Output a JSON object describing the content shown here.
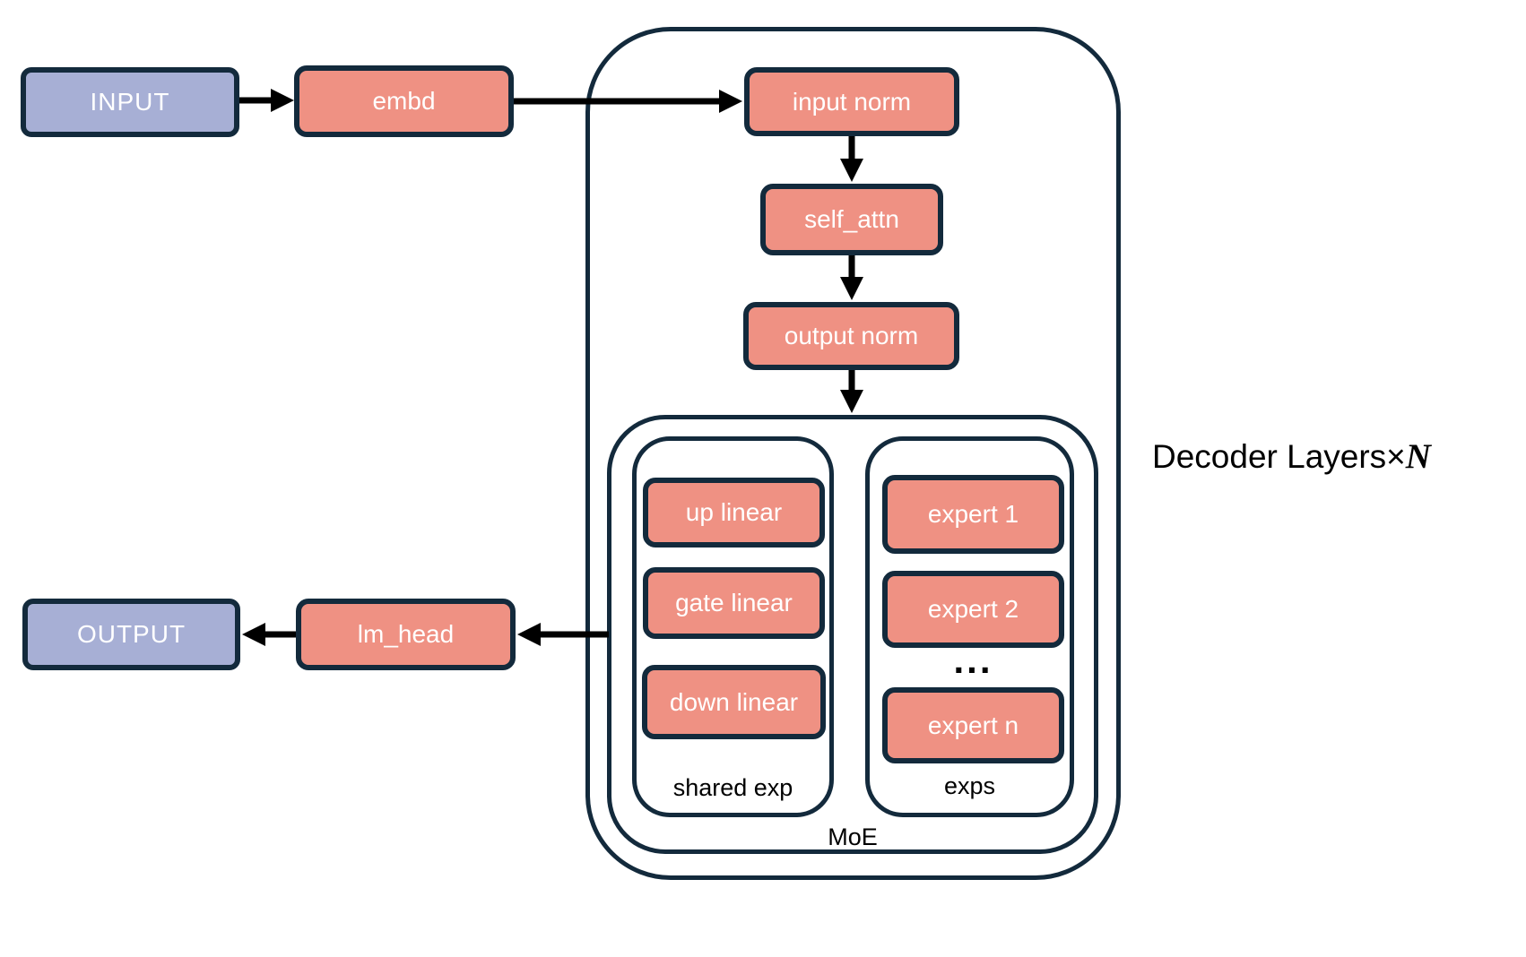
{
  "colors": {
    "salmon": "#EF9183",
    "lavender": "#A7AFD5",
    "ink": "#132A3C",
    "arrow": "#000000",
    "label": "#000000",
    "bg": "#FFFFFF"
  },
  "nodes": {
    "input": "INPUT",
    "embd": "embd",
    "input_norm": "input norm",
    "self_attn": "self_attn",
    "output_norm": "output norm",
    "up_linear": "up linear",
    "gate_linear": "gate linear",
    "down_linear": "down linear",
    "expert_1": "expert 1",
    "expert_2": "expert 2",
    "ellipsis": "...",
    "expert_n": "expert n",
    "lm_head": "lm_head",
    "output": "OUTPUT"
  },
  "labels": {
    "shared_exp": "shared exp",
    "exps": "exps",
    "moe": "MoE",
    "decoder_layers_prefix": "Decoder Layers×",
    "decoder_layers_n": "N"
  }
}
